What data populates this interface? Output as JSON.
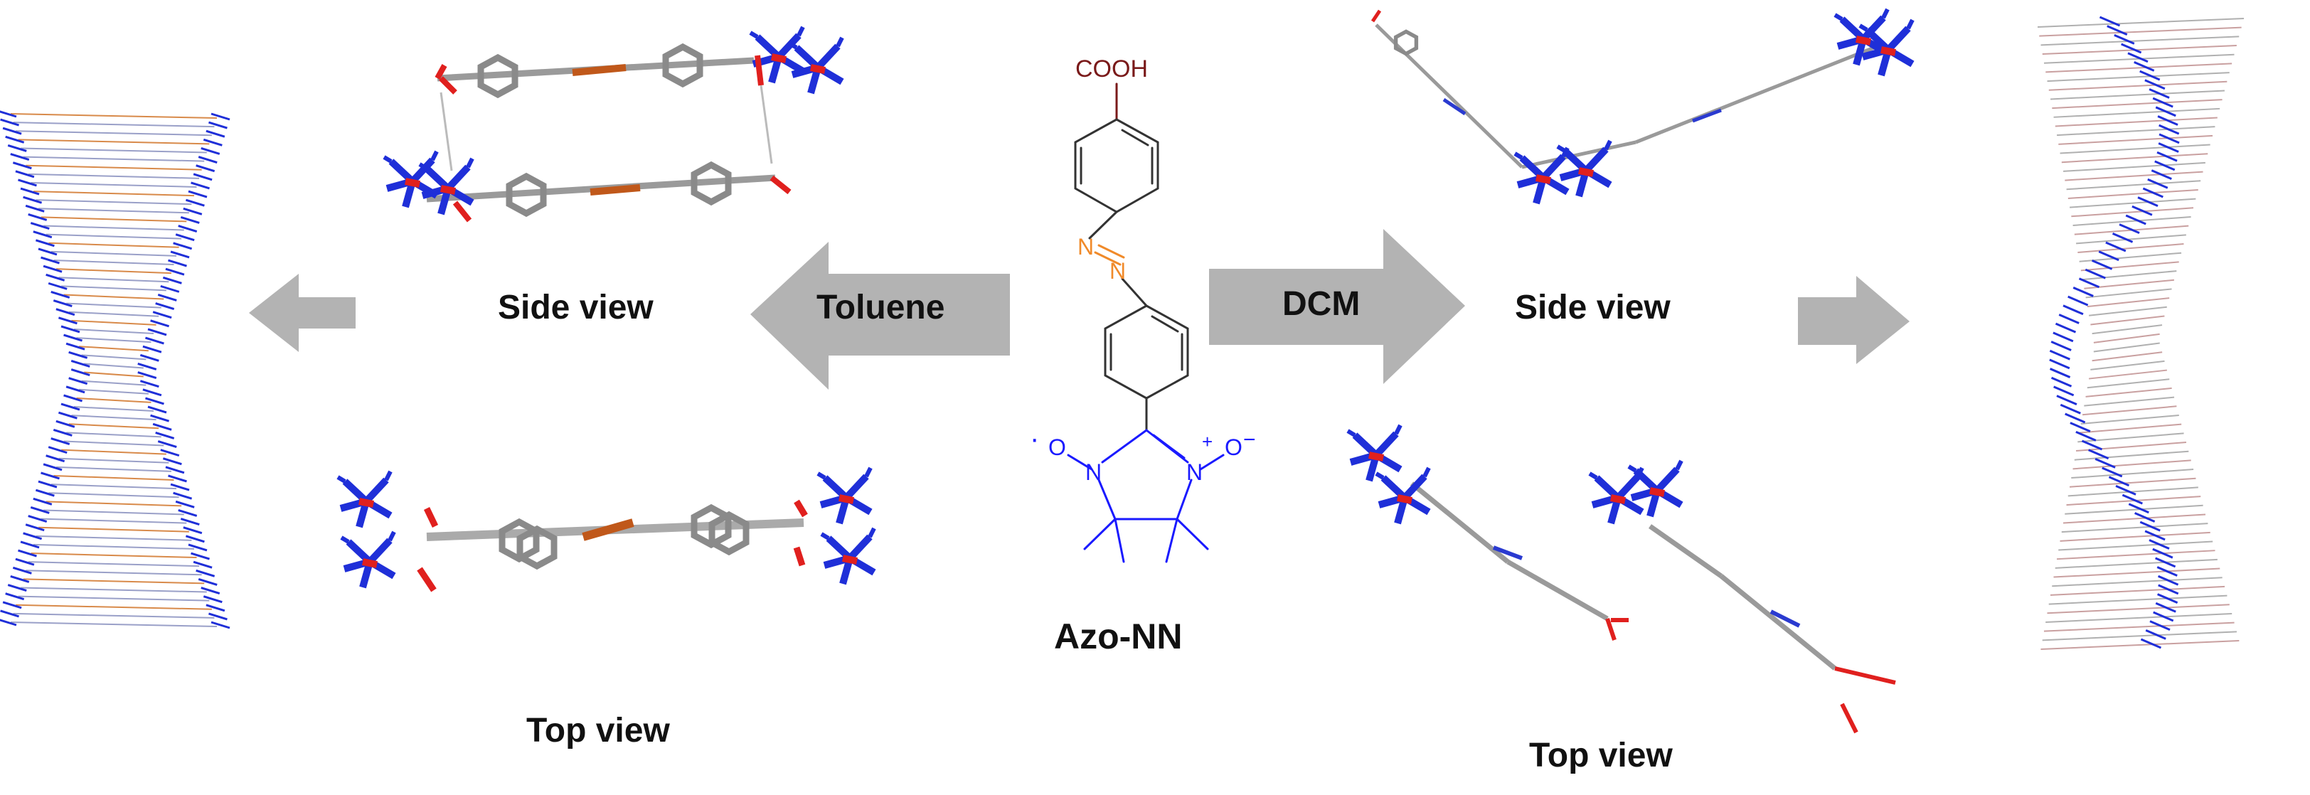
{
  "left_arrow": {
    "label": "Toluene"
  },
  "right_arrow": {
    "label": "DCM"
  },
  "toluene_views": {
    "side": "Side view",
    "top": "Top view"
  },
  "dcm_views": {
    "side": "Side view",
    "top": "Top view"
  },
  "molecule": {
    "name": "Azo-NN",
    "cooh": "COOH",
    "azo_n1": "N",
    "azo_n2": "N",
    "nitrone_n_left": "N",
    "nitrone_n_right": "N",
    "oxygen_left": "O",
    "oxygen_right": "O",
    "radical_dot": "·",
    "plus": "+",
    "minus": "−"
  },
  "colors": {
    "arrow_gray": "#b3b3b3",
    "cooh": "#7a1a1a",
    "azo": "#f08a2a",
    "nitroxide": "#1a1aff",
    "carbon": "#888888",
    "tert_blue": "#1f2fd8",
    "oxygen_red": "#e0201e",
    "azo_bond": "#c0581a"
  }
}
